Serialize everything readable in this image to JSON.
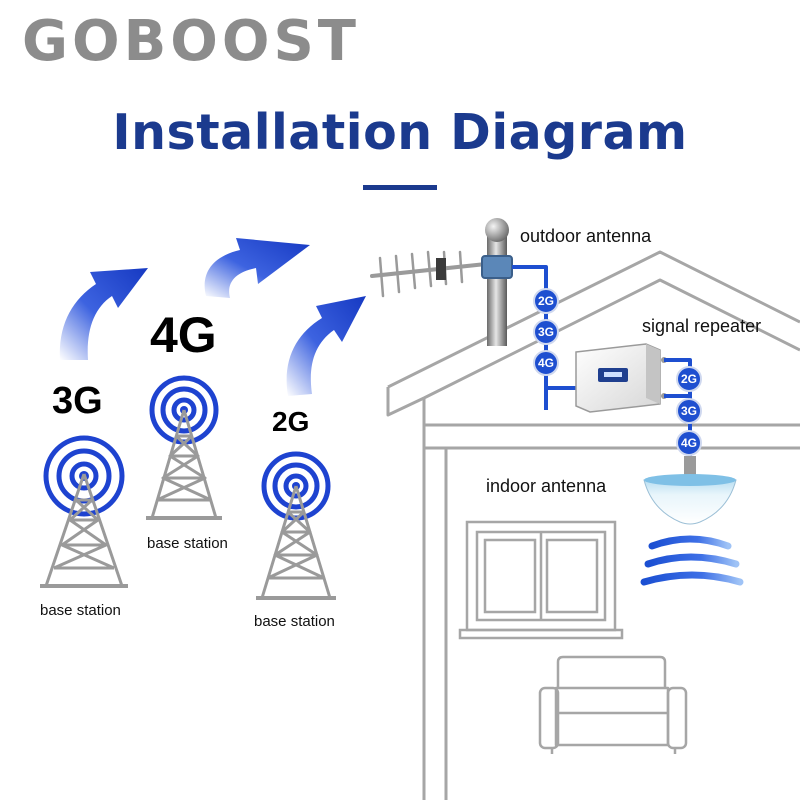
{
  "brand": "GOBOOST",
  "title": "Installation Diagram",
  "labels": {
    "outdoor_antenna": "outdoor antenna",
    "signal_repeater": "signal repeater",
    "indoor_antenna": "indoor antenna",
    "base_station": "base station"
  },
  "towers": [
    {
      "band": "3G",
      "label": "base station"
    },
    {
      "band": "4G",
      "label": "base station"
    },
    {
      "band": "2G",
      "label": "base station"
    }
  ],
  "outdoor_badges": [
    "2G",
    "3G",
    "4G"
  ],
  "indoor_badges": [
    "2G",
    "3G",
    "4G"
  ],
  "colors": {
    "brand_gray": "#8c8c8c",
    "title_blue": "#1b3a8e",
    "accent_blue": "#1e4fd0",
    "line_gray": "#a6a6a6"
  }
}
